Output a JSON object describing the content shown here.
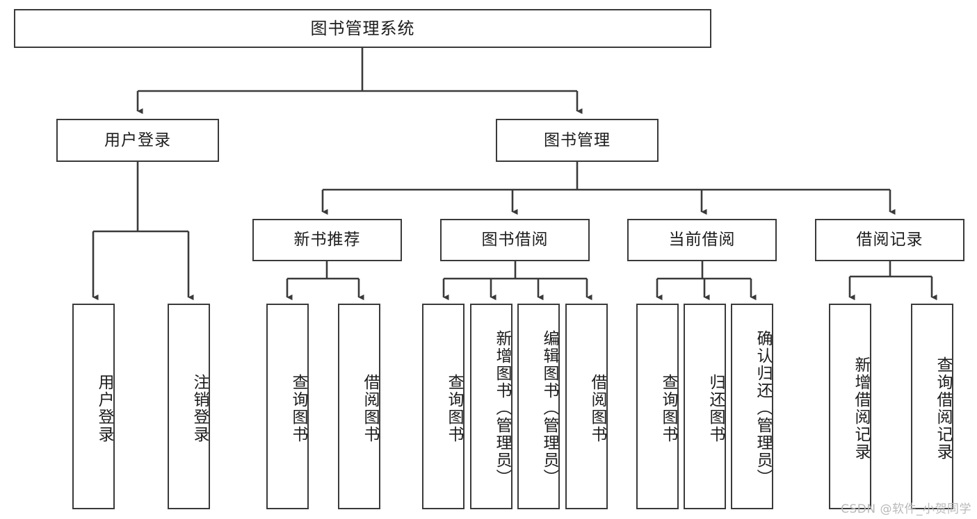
{
  "diagram": {
    "type": "tree-hierarchy",
    "root": {
      "label": "图书管理系统"
    },
    "level2": [
      {
        "label": "用户登录"
      },
      {
        "label": "图书管理"
      }
    ],
    "level3": [
      {
        "label": "新书推荐"
      },
      {
        "label": "图书借阅"
      },
      {
        "label": "当前借阅"
      },
      {
        "label": "借阅记录"
      }
    ],
    "leaves": {
      "user_login": [
        {
          "label": "用户登录"
        },
        {
          "label": "注销登录"
        }
      ],
      "new_book_recommend": [
        {
          "label": "查询图书"
        },
        {
          "label": "借阅图书"
        }
      ],
      "book_borrow": [
        {
          "label": "查询图书"
        },
        {
          "label": "新增图书（管理员）"
        },
        {
          "label": "编辑图书（管理员）"
        },
        {
          "label": "借阅图书"
        }
      ],
      "current_borrow": [
        {
          "label": "查询图书"
        },
        {
          "label": "归还图书"
        },
        {
          "label": "确认归还（管理员）"
        }
      ],
      "borrow_record": [
        {
          "label": "新增借阅记录"
        },
        {
          "label": "查询借阅记录"
        }
      ]
    },
    "watermark": {
      "text": "CSDN @软件_小贺同学"
    },
    "colors": {
      "border": "#3a3a3a",
      "connector": "#3a3a3a",
      "background": "#ffffff",
      "text": "#1c1c1c",
      "watermark": "#b9b9b9"
    }
  }
}
